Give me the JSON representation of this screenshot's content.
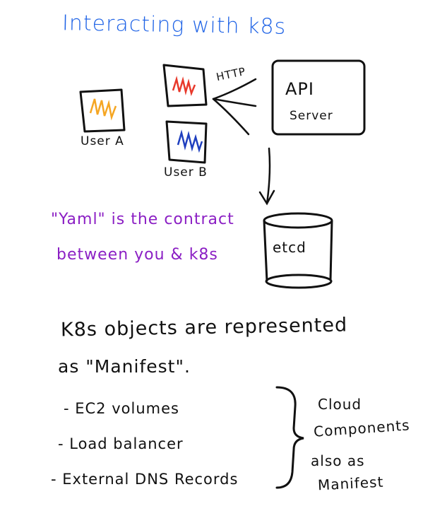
{
  "title": "Interacting with k8s",
  "users": [
    {
      "label": "User A",
      "color": "#f5a623"
    },
    {
      "label": "User B",
      "color": "#1f3fbf"
    }
  ],
  "third_doc_color": "#e8392b",
  "protocol_label": "HTTP",
  "api_server": {
    "line1": "API",
    "line2": "Server"
  },
  "etcd_label": "etcd",
  "contract_note": {
    "line1": "\"Yaml\" is the contract",
    "line2": "between you & k8s"
  },
  "manifest_statement": {
    "line1": "K8s objects are represented",
    "line2": "as \"Manifest\"."
  },
  "bullets": [
    "- EC2 volumes",
    "- Load balancer",
    "- External DNS Records"
  ],
  "brace_note": [
    "Cloud",
    "Components",
    "also as",
    "Manifest"
  ],
  "colors": {
    "title": "#1f63e6",
    "note": "#8b1fc4",
    "ink": "#111111"
  }
}
